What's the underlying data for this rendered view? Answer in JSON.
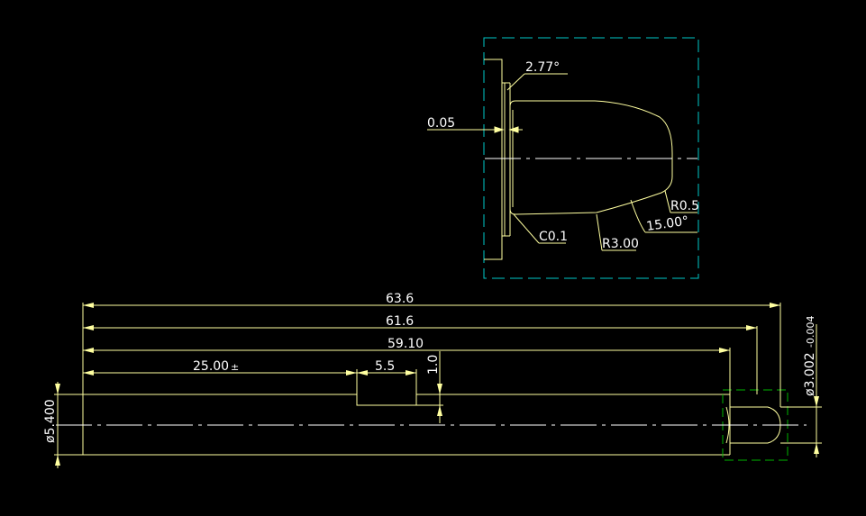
{
  "colors": {
    "background": "#000000",
    "part_line": "#ffffa0",
    "dimension_line": "#ffffa0",
    "dimension_text": "#ffffff",
    "detail_frame": "#00c8c8",
    "highlight_frame": "#00b400",
    "center_line": "#ffffff"
  },
  "main_view": {
    "dimensions": {
      "overall_length": "63.6",
      "length_2": "61.6",
      "length_3": "59.10",
      "length_4": "25.00",
      "length_4_suffix": "±",
      "flat_width": "5.5",
      "flat_depth": "1.0",
      "diameter": "ø5.400",
      "tip_diameter": "ø3.002",
      "tip_tolerance": "-0.004"
    }
  },
  "detail_view": {
    "dimensions": {
      "angle_top": "2.77°",
      "offset": "0.05",
      "radius_small": "R0.5",
      "angle_taper": "15.00°",
      "chamfer": "C0.1",
      "radius_large": "R3.00"
    }
  }
}
